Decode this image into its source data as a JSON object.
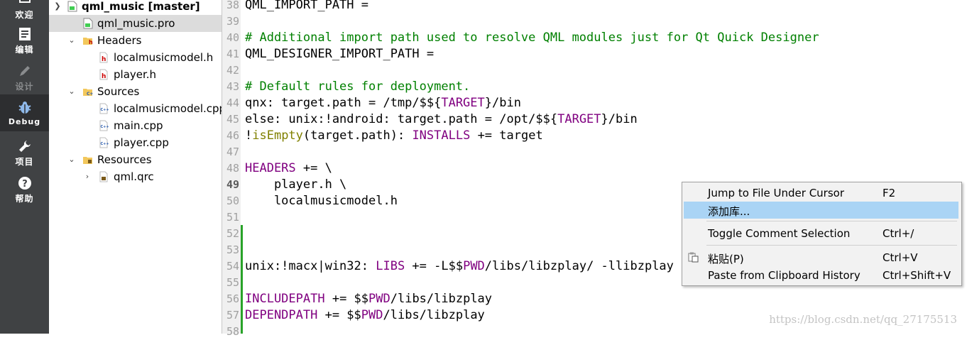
{
  "modebar": {
    "items": [
      {
        "label": "欢迎",
        "icon": "welcome-icon"
      },
      {
        "label": "编辑",
        "icon": "edit-icon"
      },
      {
        "label": "设计",
        "icon": "design-pencil-icon"
      },
      {
        "label": "Debug",
        "icon": "debug-bug-icon"
      },
      {
        "label": "项目",
        "icon": "project-wrench-icon"
      },
      {
        "label": "帮助",
        "icon": "help-icon"
      }
    ],
    "active": "Debug"
  },
  "tree": {
    "root": "qml_music [master]",
    "project_file": "qml_music.pro",
    "headers_label": "Headers",
    "headers": [
      "localmusicmodel.h",
      "player.h"
    ],
    "sources_label": "Sources",
    "sources": [
      "localmusicmodel.cpp",
      "main.cpp",
      "player.cpp"
    ],
    "resources_label": "Resources",
    "resources": [
      "qml.qrc"
    ]
  },
  "editor": {
    "current_line": "49",
    "lines": [
      {
        "n": "38",
        "text": "QML_IMPORT_PATH ="
      },
      {
        "n": "39",
        "text": ""
      },
      {
        "n": "40",
        "text": "# Additional import path used to resolve QML modules just for Qt Quick Designer"
      },
      {
        "n": "41",
        "text": "QML_DESIGNER_IMPORT_PATH ="
      },
      {
        "n": "42",
        "text": ""
      },
      {
        "n": "43",
        "text": "# Default rules for deployment."
      },
      {
        "n": "44",
        "a": "qnx: target.path = /tmp/$${",
        "b": "TARGET",
        "c": "}/bin"
      },
      {
        "n": "45",
        "a": "else: unix:!android: target.path = /opt/$${",
        "b": "TARGET",
        "c": "}/bin"
      },
      {
        "n": "46",
        "a": "!",
        "b": "isEmpty",
        "c": "(target.path): ",
        "d": "INSTALLS",
        "e": " += target"
      },
      {
        "n": "47",
        "text": ""
      },
      {
        "n": "48",
        "a": "HEADERS",
        "b": " += \\"
      },
      {
        "n": "49",
        "text": "    player.h \\"
      },
      {
        "n": "50",
        "text": "    localmusicmodel.h"
      },
      {
        "n": "51",
        "text": ""
      },
      {
        "n": "52",
        "text": ""
      },
      {
        "n": "53",
        "text": ""
      },
      {
        "n": "54",
        "a": "unix:!macx|win32: ",
        "b": "LIBS",
        "c": " += -L$$",
        "d": "PWD",
        "e": "/libs/libzplay/ -llibzplay"
      },
      {
        "n": "55",
        "text": ""
      },
      {
        "n": "56",
        "a": "INCLUDEPATH",
        "b": " += $$",
        "c": "PWD",
        "d": "/libs/libzplay"
      },
      {
        "n": "57",
        "a": "DEPENDPATH",
        "b": " += $$",
        "c": "PWD",
        "d": "/libs/libzplay"
      },
      {
        "n": "58",
        "text": ""
      }
    ],
    "watermark": "https://blog.csdn.net/qq_27175513"
  },
  "context_menu": {
    "items": [
      {
        "label": "Jump to File Under Cursor",
        "shortcut": "F2"
      },
      {
        "label": "添加库...",
        "shortcut": ""
      },
      {
        "label": "Toggle Comment Selection",
        "shortcut": "Ctrl+/"
      },
      {
        "label": "粘贴(P)",
        "shortcut": "Ctrl+V",
        "icon": "paste-icon"
      },
      {
        "label": "Paste from Clipboard History",
        "shortcut": "Ctrl+Shift+V"
      }
    ],
    "highlighted": "添加库..."
  }
}
